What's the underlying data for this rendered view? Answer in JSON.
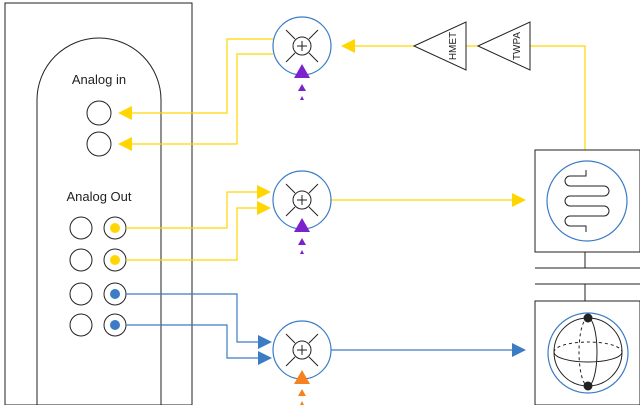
{
  "instrument": {
    "analog_in_label": "Analog in",
    "analog_out_label": "Analog Out"
  },
  "amplifiers": [
    {
      "label": "HMET"
    },
    {
      "label": "TWPA"
    }
  ],
  "colors": {
    "yellow": "#FFD600",
    "blue": "#3B7CC4",
    "purple": "#7B22CC",
    "orange": "#F5821F",
    "outline": "#222222",
    "mixer_ring": "#3B7CC4"
  }
}
